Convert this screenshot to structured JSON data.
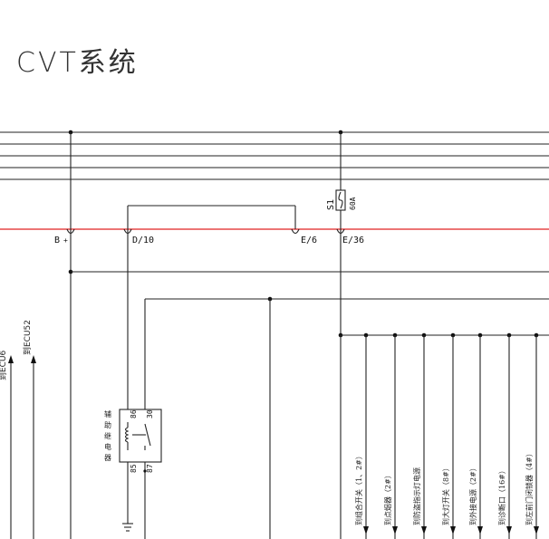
{
  "title": "CVT系统",
  "fuse": {
    "name": "S1",
    "rating": "60A"
  },
  "connectors": {
    "b": "B",
    "d10": "D/10",
    "e6": "E/6",
    "e36": "E/36"
  },
  "relay": {
    "label": "辅助继电器",
    "pin_86": "86",
    "pin_30": "30",
    "pin_85": "85",
    "pin_87": "87"
  },
  "left_labels": {
    "ecu52": "到ECU52",
    "partial": "到ECU6"
  },
  "outputs": [
    "到组合开关（1、2#）",
    "到点烟器（2#）",
    "到防盗指示灯电源",
    "到大灯开关（8#）",
    "到外接电源（2#）",
    "到诊断口（16#）",
    "到左前门闭锁器（4#）"
  ],
  "colors": {
    "wire": "#222222",
    "bus_red": "#e02020"
  },
  "icons": [
    "fuse-icon",
    "relay-coil-icon",
    "ground-icon"
  ]
}
